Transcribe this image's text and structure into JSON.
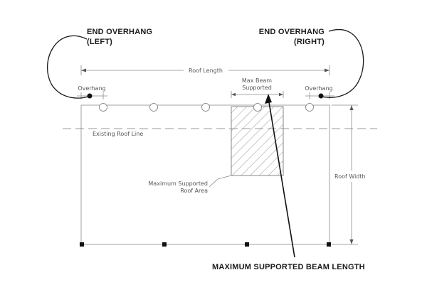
{
  "callouts": {
    "left_title": [
      "END OVERHANG",
      "(LEFT)"
    ],
    "right_title": [
      "END OVERHANG",
      "(RIGHT)"
    ],
    "bottom": "MAXIMUM SUPPORTED BEAM LENGTH"
  },
  "labels": {
    "roof_length": "Roof Length",
    "max_beam": [
      "Max Beam",
      "Supported"
    ],
    "overhang_left": "Overhang",
    "overhang_right": "Overhang",
    "existing_roof_line": "Existing Roof Line",
    "max_roof_area": [
      "Maximum Supported",
      "Roof Area"
    ],
    "roof_width": "Roof Width"
  }
}
